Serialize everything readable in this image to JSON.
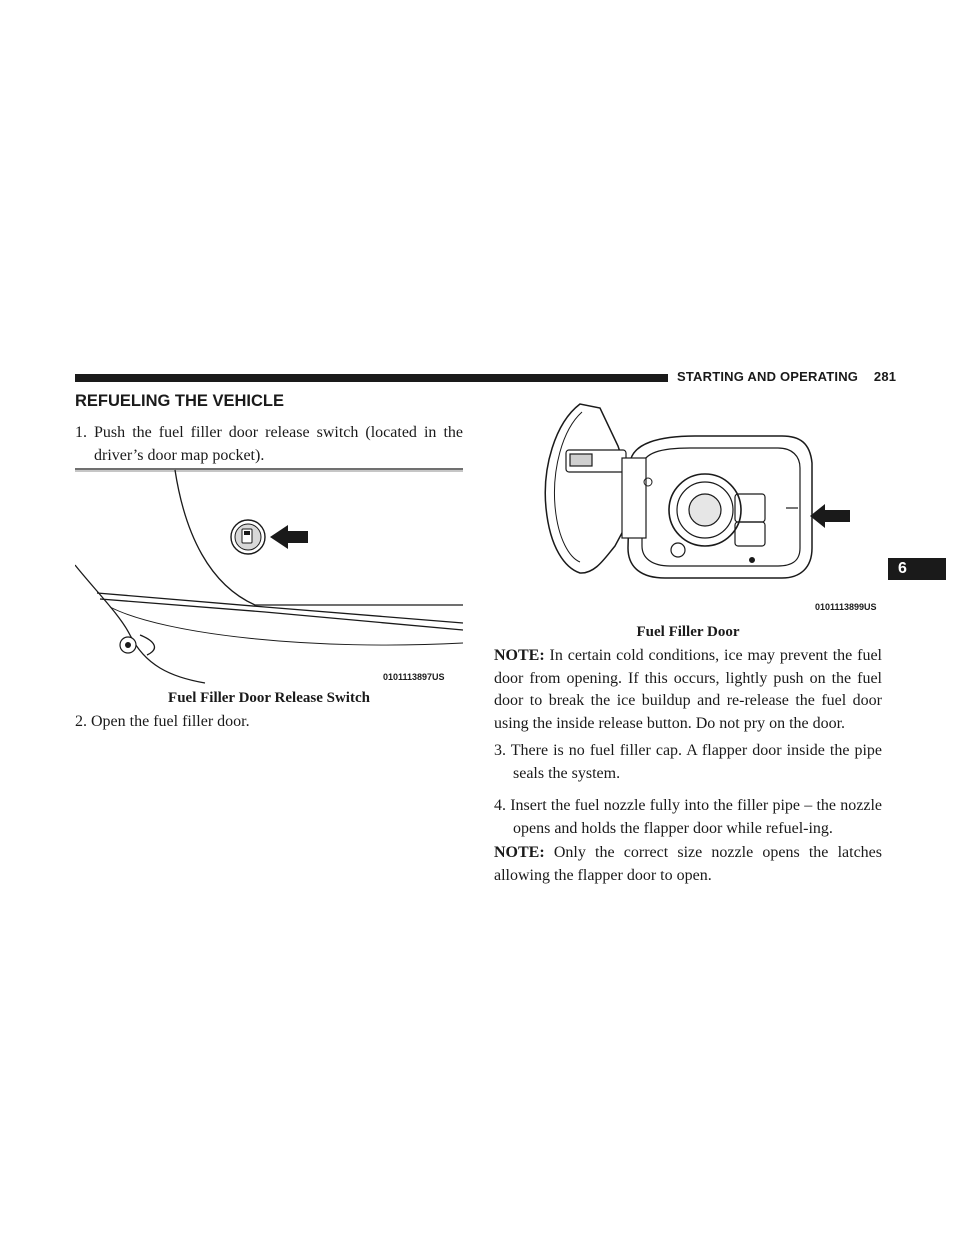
{
  "header": {
    "section": "STARTING AND OPERATING",
    "page_number": "281"
  },
  "chapter_tab": "6",
  "section_title": "REFUELING THE VEHICLE",
  "left_column": {
    "step1": "1. Push the fuel filler door release switch (located in the driver’s door map pocket).",
    "figure1": {
      "code": "0101113897US",
      "caption": "Fuel Filler Door Release Switch"
    },
    "step2": "2. Open the fuel filler door."
  },
  "right_column": {
    "figure2": {
      "code": "0101113899US",
      "caption": "Fuel Filler Door"
    },
    "note1": {
      "label": "NOTE:",
      "text": "In certain cold conditions, ice may prevent the fuel door from opening. If this occurs, lightly push on the fuel door to break the ice buildup and re-release the fuel door using the inside release button. Do not pry on the door."
    },
    "step3": "3. There is no fuel filler cap. A flapper door inside the pipe seals the system.",
    "step4": "4. Insert the fuel nozzle fully into the filler pipe – the nozzle opens and holds the flapper door while refuel-ing.",
    "note2": {
      "label": "NOTE:",
      "text": "Only the correct size nozzle opens the latches allowing the flapper door to open."
    }
  }
}
